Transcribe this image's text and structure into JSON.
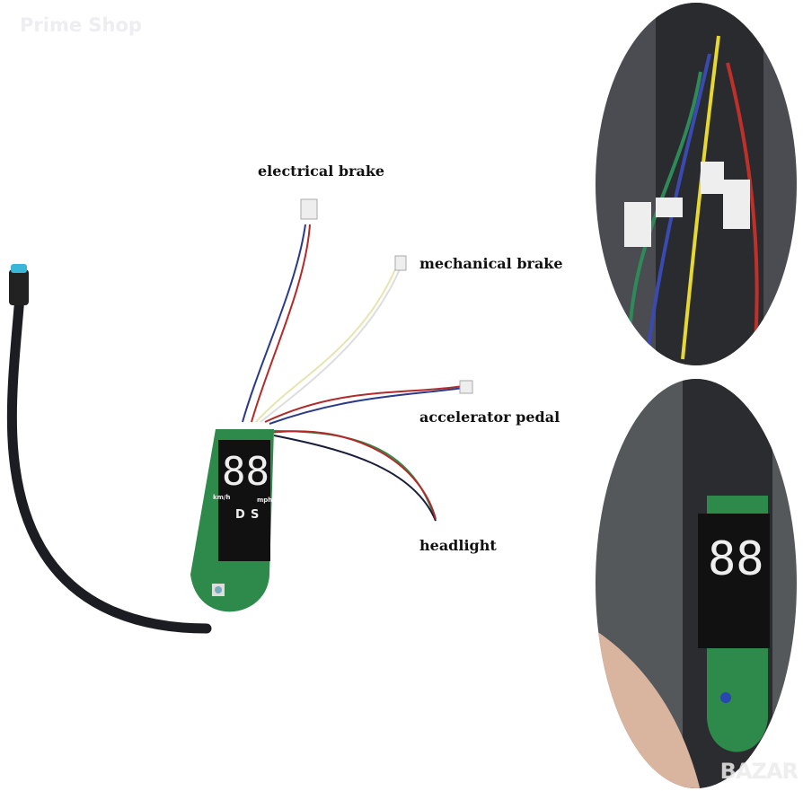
{
  "watermark": "Prime Shop",
  "logo": "BAZAR",
  "labels": {
    "electrical_brake": "electrical brake",
    "mechanical_brake": "mechanical brake",
    "accelerator_pedal": "accelerator pedal",
    "headlight": "headlight"
  },
  "display": {
    "digits": "88",
    "unit_left": "km/h",
    "unit_right": "mph",
    "mode_d": "D",
    "mode_s": "S"
  }
}
